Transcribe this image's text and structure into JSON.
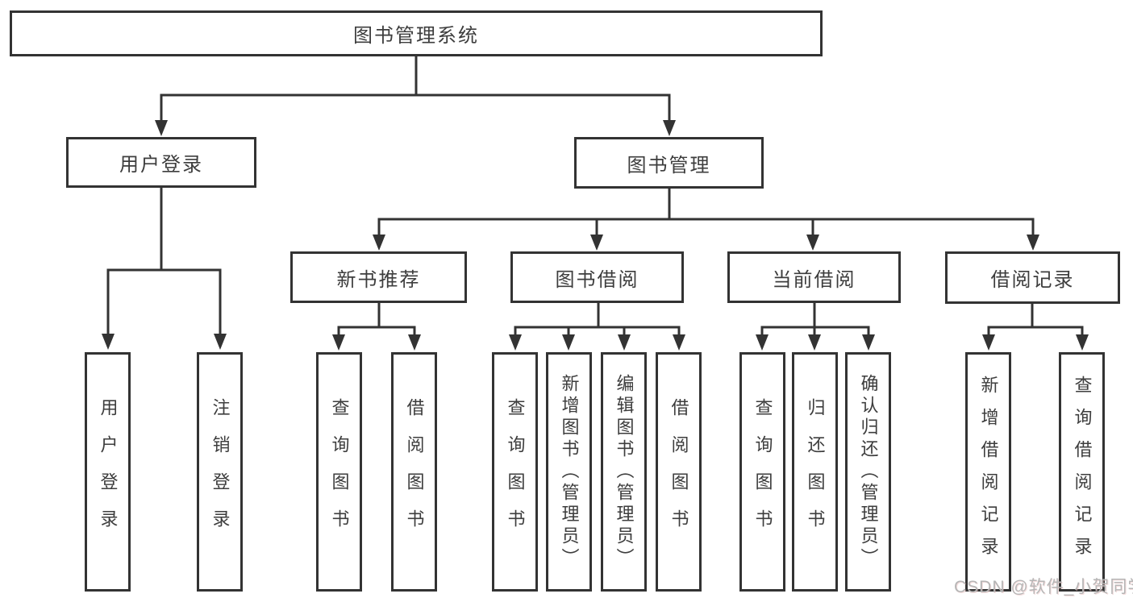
{
  "tree": {
    "root": {
      "label": "图书管理系统",
      "children": [
        {
          "label": "用户登录",
          "children": [
            {
              "label": "用户登录"
            },
            {
              "label": "注销登录"
            }
          ]
        },
        {
          "label": "图书管理",
          "children": [
            {
              "label": "新书推荐",
              "children": [
                {
                  "label": "查询图书"
                },
                {
                  "label": "借阅图书"
                }
              ]
            },
            {
              "label": "图书借阅",
              "children": [
                {
                  "label": "查询图书"
                },
                {
                  "label": "新增图书（管理员）"
                },
                {
                  "label": "编辑图书（管理员）"
                },
                {
                  "label": "借阅图书"
                }
              ]
            },
            {
              "label": "当前借阅",
              "children": [
                {
                  "label": "查询图书"
                },
                {
                  "label": "归还图书"
                },
                {
                  "label": "确认归还（管理员）"
                }
              ]
            },
            {
              "label": "借阅记录",
              "children": [
                {
                  "label": "新增借阅记录"
                },
                {
                  "label": "查询借阅记录"
                }
              ]
            }
          ]
        }
      ]
    }
  },
  "watermark": {
    "text": "CSDN @软件_小贺同学"
  },
  "colors": {
    "line": "#333333",
    "box_border": "#333333",
    "text": "#3d3d3d",
    "watermark": "#b6b6b6",
    "background": "#ffffff"
  }
}
